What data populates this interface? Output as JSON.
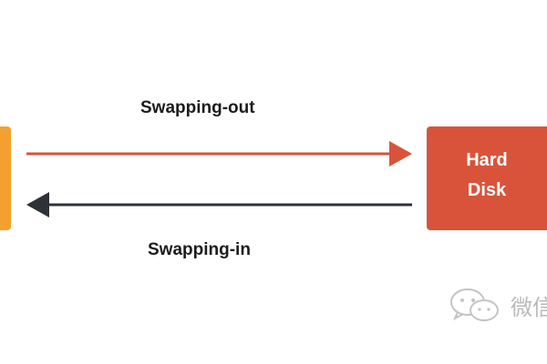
{
  "diagram": {
    "nodes": {
      "right_box": {
        "line1": "Hard",
        "line2": "Disk"
      }
    },
    "edges": {
      "swap_out": {
        "label": "Swapping-out"
      },
      "swap_in": {
        "label": "Swapping-in"
      }
    },
    "colors": {
      "left_box": "#f4a02f",
      "right_box": "#d9533a",
      "swap_out_arrow": "#d9533a",
      "swap_in_arrow": "#2d3238"
    }
  },
  "watermark": {
    "text": "微信"
  }
}
